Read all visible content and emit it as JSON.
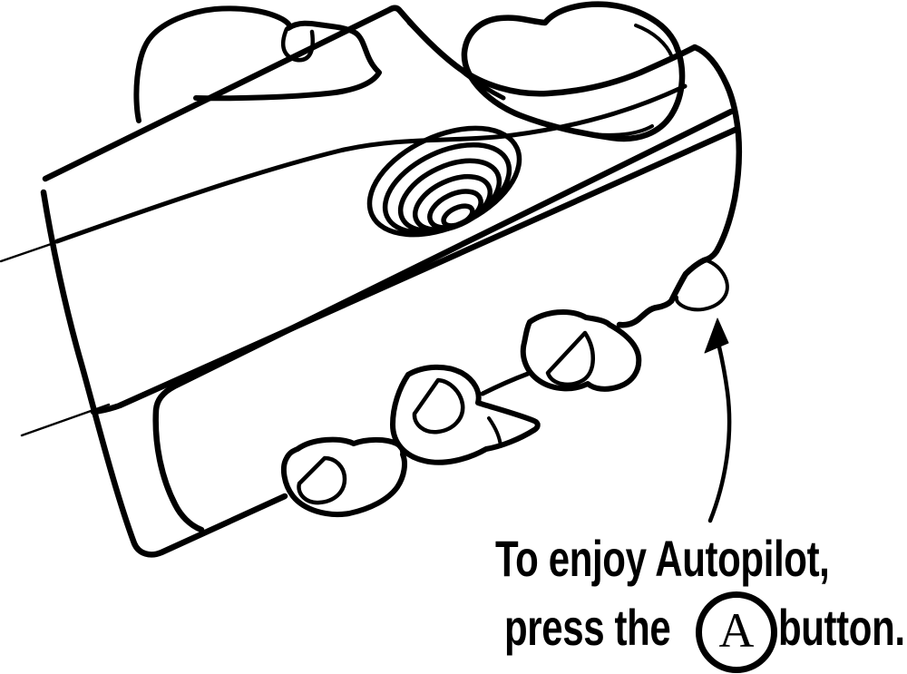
{
  "caption": {
    "line1": "To enjoy Autopilot,",
    "line2_before": "press the",
    "button_label": "A",
    "line2_after": "button."
  },
  "illustration": {
    "subject": "hand holding remote control",
    "arrow_points_to": "A button on edge of remote"
  },
  "theme": {
    "ink": "#000000",
    "background": "#ffffff"
  }
}
